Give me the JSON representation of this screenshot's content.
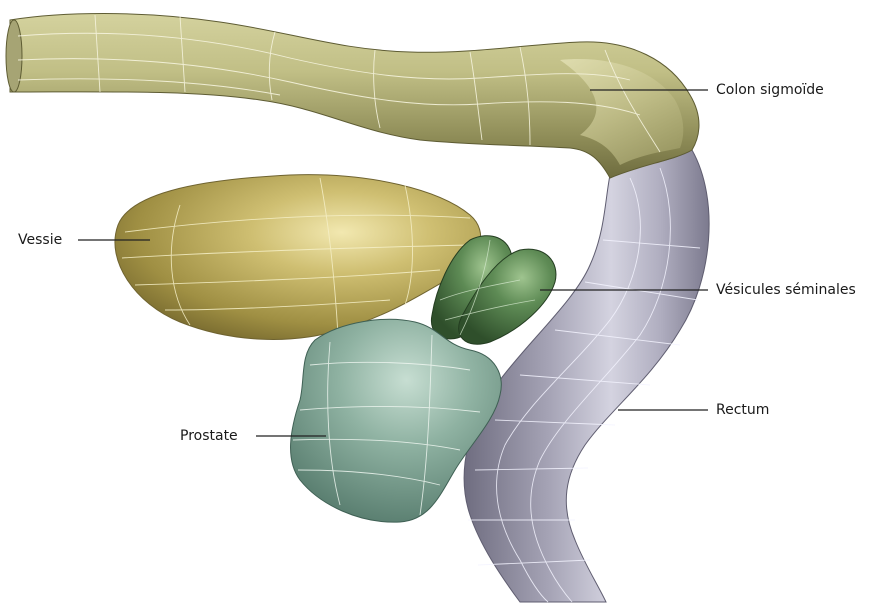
{
  "labels": {
    "colon": "Colon sigmoïde",
    "vessie": "Vessie",
    "vesicules": "Vésicules séminales",
    "rectum": "Rectum",
    "prostate": "Prostate"
  },
  "colors": {
    "colon": "#b8b67e",
    "rectum": "#a9a7b8",
    "vessie": "#c8b868",
    "vesicules": "#4f7a47",
    "prostate": "#7fa596",
    "mesh": "#f4f2e2",
    "leader": "#222222"
  }
}
